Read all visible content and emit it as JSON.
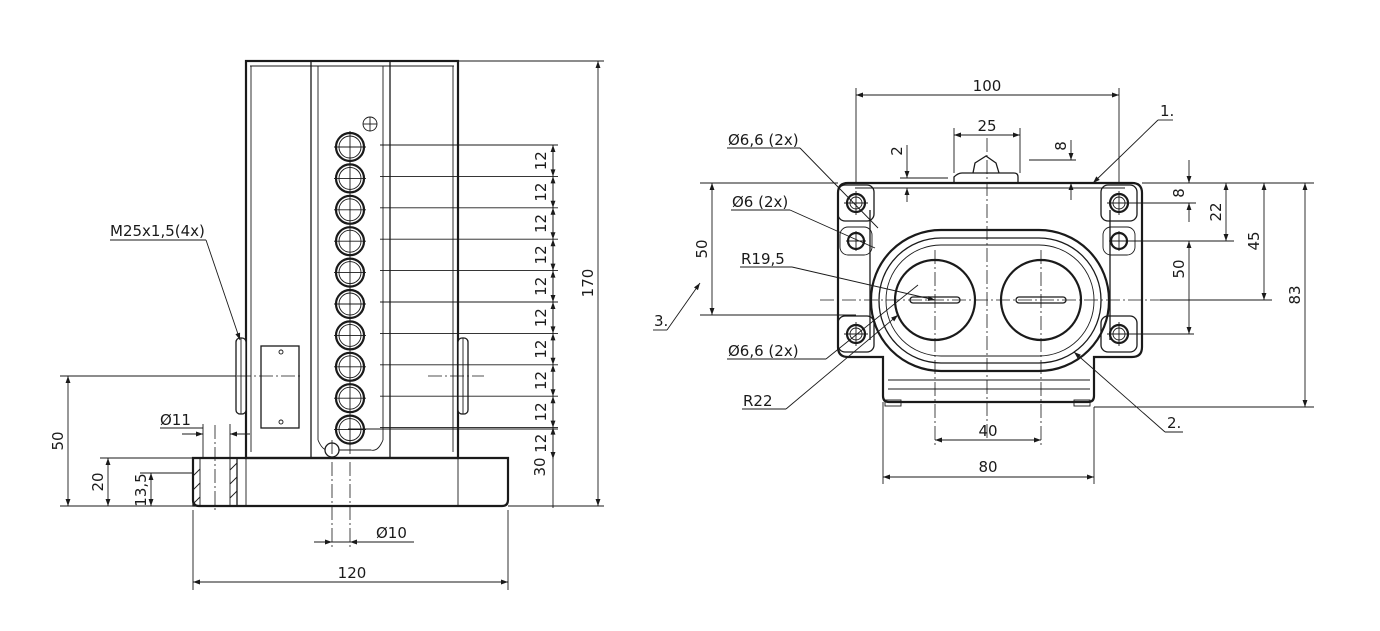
{
  "left_view": {
    "thread_label": "M25x1,5(4x)",
    "dia_11": "Ø11",
    "dia_10": "Ø10",
    "dim_width": "120",
    "dim_height": "170",
    "dim_50": "50",
    "dim_20": "20",
    "dim_13_5": "13,5",
    "dim_30": "30",
    "pitch_labels": [
      "12",
      "12",
      "12",
      "12",
      "12",
      "12",
      "12",
      "12",
      "12",
      "12"
    ]
  },
  "right_view": {
    "dim_100": "100",
    "dim_25": "25",
    "dim_2": "2",
    "dim_8_top": "8",
    "dim_8_side": "8",
    "dim_22": "22",
    "dim_45": "45",
    "dim_50_right": "50",
    "dim_83": "83",
    "dim_50_left": "50",
    "dim_40": "40",
    "dim_80": "80",
    "hole_66_top": "Ø6,6 (2x)",
    "hole_6": "Ø6 (2x)",
    "hole_66_bottom": "Ø6,6 (2x)",
    "radius_19_5": "R19,5",
    "radius_22": "R22",
    "callout_1": "1.",
    "callout_2": "2.",
    "callout_3": "3."
  }
}
